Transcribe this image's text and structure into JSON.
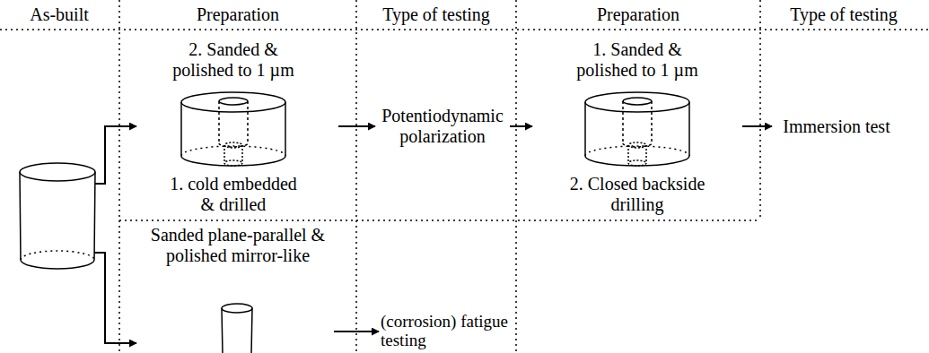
{
  "diagram": {
    "nodes": [
      {
        "text": [
          "2. Sanded & polished to 1 µm",
          "1. cold embedded & drilled"
        ]
      },
      {
        "text": [
          "Potentiodynamic polarization"
        ]
      },
      {
        "text": [
          "1. Sanded & polished to 1 µm",
          "2. Closed backside drilling"
        ]
      },
      {
        "text": [
          "Immersion test"
        ]
      },
      {
        "text": [
          "Sanded plane-parallel & polished mirror-like"
        ]
      },
      {
        "text": [
          "(corrosion) fatigue testing"
        ]
      }
    ],
    "edges": [
      {
        "from": 0,
        "to": 1,
        "arrow": "to"
      },
      {
        "from": 1,
        "to": 2,
        "arrow": "to"
      },
      {
        "from": 2,
        "to": 3,
        "arrow": "to"
      },
      {
        "from": 4,
        "to": 5,
        "arrow": "to"
      }
    ],
    "labels": [
      "As-built",
      "Preparation",
      "Type of testing",
      "Preparation",
      "Type of testing"
    ]
  }
}
